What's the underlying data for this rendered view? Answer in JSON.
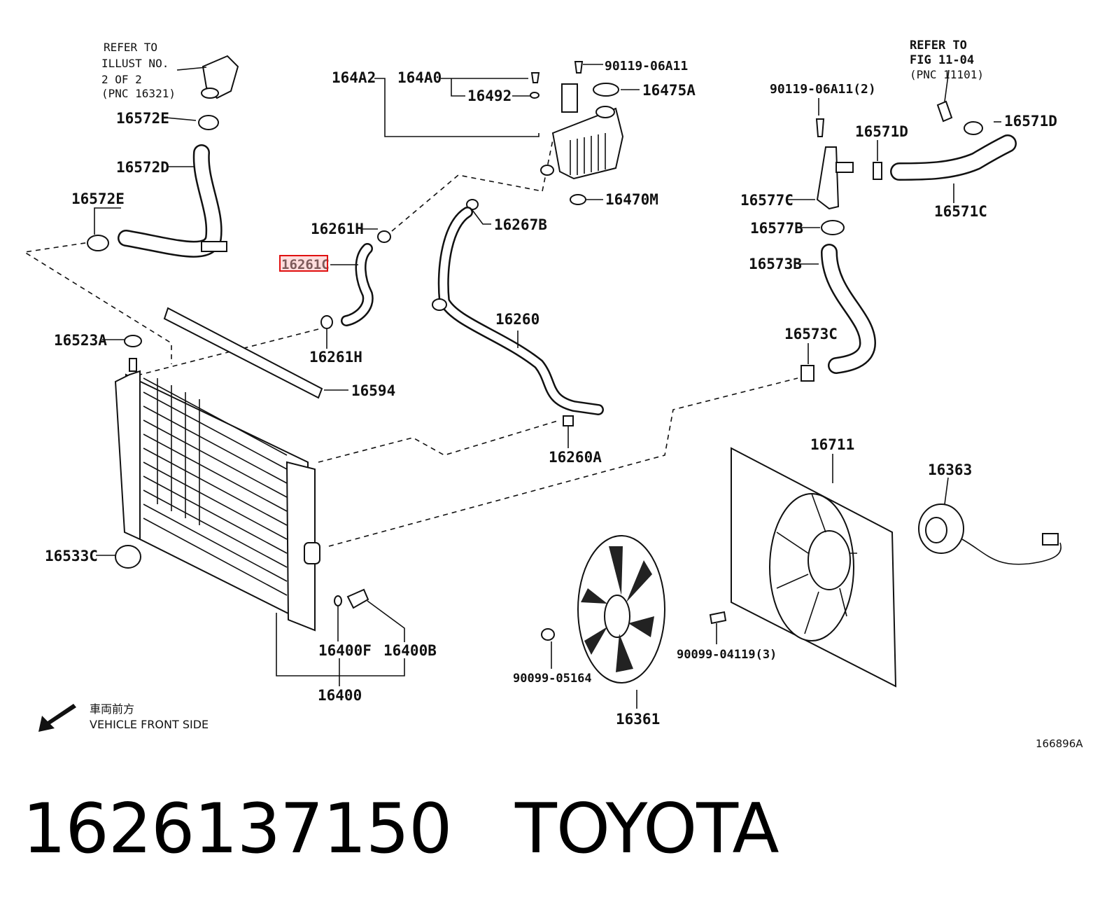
{
  "diagram_id": "166896A",
  "caption": {
    "part_number": "1626137150",
    "brand": "TOYOTA"
  },
  "highlighted_part": "16261C",
  "reference_notes": {
    "left": [
      "REFER TO",
      "ILLUST NO.",
      "2 OF 2",
      "(PNC 16321)"
    ],
    "right": [
      "REFER TO",
      "FIG 11-04",
      "(PNC 11101)"
    ]
  },
  "front_note": {
    "japanese": "車両前方",
    "english": "VEHICLE FRONT SIDE"
  },
  "part_labels": {
    "p16572E_top": "16572E",
    "p16572D": "16572D",
    "p16572E_mid": "16572E",
    "p164A2": "164A2",
    "p164A0": "164A0",
    "p16492": "16492",
    "p90119_06A11": "90119-06A11",
    "p16475A": "16475A",
    "p16470M": "16470M",
    "p16261H_top": "16261H",
    "p16261C": "16261C",
    "p16261H_bot": "16261H",
    "p16267B": "16267B",
    "p16260": "16260",
    "p16260A": "16260A",
    "p16523A": "16523A",
    "p16594": "16594",
    "p16533C": "16533C",
    "p16400F": "16400F",
    "p16400B": "16400B",
    "p16400": "16400",
    "p90119_06A11_2": "90119-06A11(2)",
    "p16571D_left": "16571D",
    "p16571D_right": "16571D",
    "p16577C": "16577C",
    "p16577B": "16577B",
    "p16571C": "16571C",
    "p16573B": "16573B",
    "p16573C": "16573C",
    "p16711": "16711",
    "p16363": "16363",
    "p90099_05164": "90099-05164",
    "p90099_04119_3": "90099-04119(3)",
    "p16361": "16361"
  }
}
